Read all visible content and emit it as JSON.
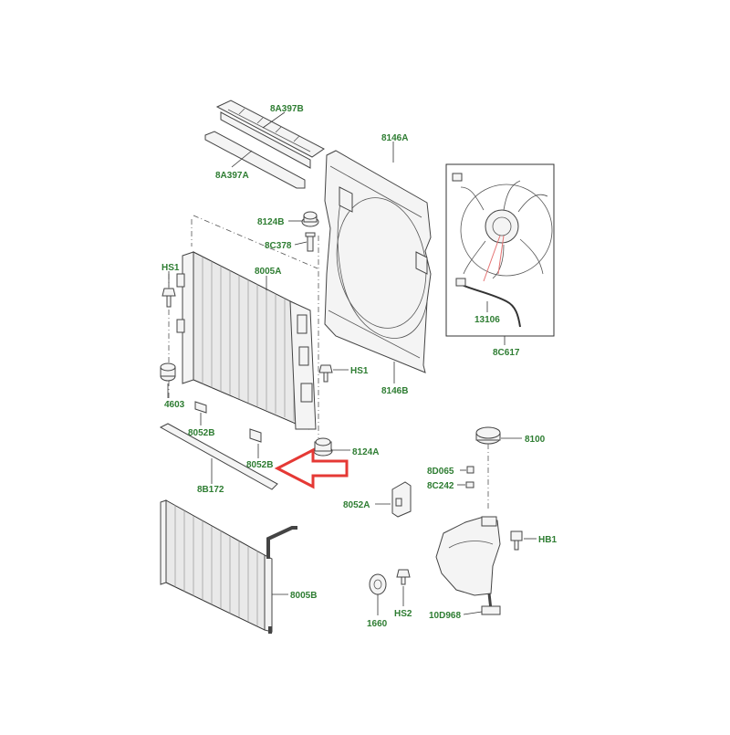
{
  "labels": {
    "bar_top_upper": "8A397B",
    "bar_top_lower": "8A397A",
    "shroud_top": "8146A",
    "shroud_bottom": "8146B",
    "mount_upper": "8124B",
    "pin_upper": "8C378",
    "radiator": "8005A",
    "bolt_left": "HS1",
    "bolt_right": "HS1",
    "bushing_left": "4603",
    "bracket_left": "8052B",
    "bracket_arrow": "8052B",
    "mount_lower": "8124A",
    "seal_strip": "8B172",
    "fan_harness": "13106",
    "fan_assembly": "8C617",
    "reservoir_cap": "8100",
    "clip_a": "8D065",
    "clip_b": "8C242",
    "sensor_bracket": "8052A",
    "bolt_reservoir": "HB1",
    "condenser": "8005B",
    "grommet": "1660",
    "screw_reservoir": "HS2",
    "hose_clip": "10D968"
  },
  "colors": {
    "label_text": "#2e7d32",
    "arrow": "#e53935",
    "line": "#333333"
  }
}
